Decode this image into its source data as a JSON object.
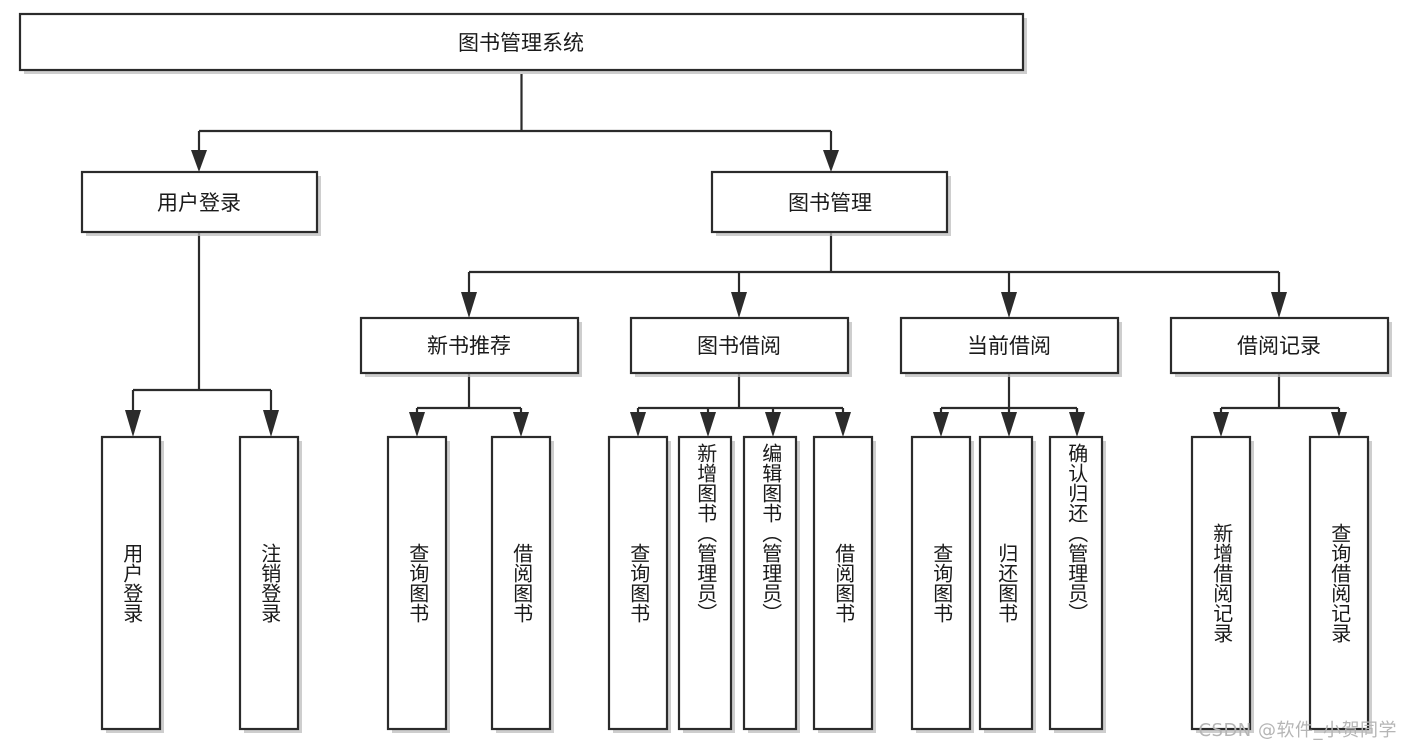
{
  "diagram": {
    "type": "tree",
    "title": "图书管理系统",
    "orientation": "top-down",
    "watermark": "CSDN @软件_小贺同学",
    "colors": {
      "background": "#ffffff",
      "box_fill": "#ffffff",
      "box_stroke": "#2b2b2b",
      "text": "#1a1a1a",
      "shadow": "#bdbdbd",
      "watermark": "#b5b5b5"
    },
    "root": {
      "label": "图书管理系统"
    },
    "level1": [
      {
        "label": "用户登录"
      },
      {
        "label": "图书管理"
      }
    ],
    "level2": [
      {
        "label": "新书推荐"
      },
      {
        "label": "图书借阅"
      },
      {
        "label": "当前借阅"
      },
      {
        "label": "借阅记录"
      }
    ],
    "leaves": {
      "用户登录": [
        {
          "label": "用户登录"
        },
        {
          "label": "注销登录"
        }
      ],
      "新书推荐": [
        {
          "label": "查询图书"
        },
        {
          "label": "借阅图书"
        }
      ],
      "图书借阅": [
        {
          "label": "查询图书"
        },
        {
          "label": "新增图书（管理员）"
        },
        {
          "label": "编辑图书（管理员）"
        },
        {
          "label": "借阅图书"
        }
      ],
      "当前借阅": [
        {
          "label": "查询图书"
        },
        {
          "label": "归还图书"
        },
        {
          "label": "确认归还（管理员）"
        }
      ],
      "借阅记录": [
        {
          "label": "新增借阅记录"
        },
        {
          "label": "查询借阅记录"
        }
      ]
    }
  }
}
